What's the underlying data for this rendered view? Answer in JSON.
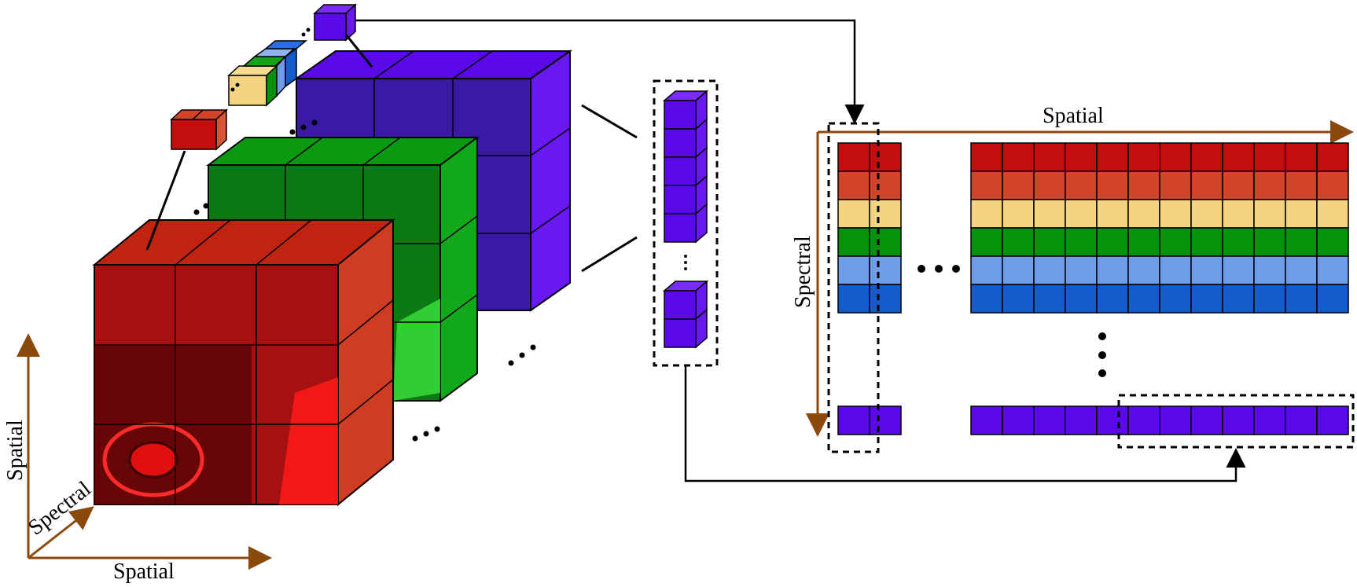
{
  "labels": {
    "left_vertical_axis": "Spatial",
    "left_depth_axis": "Spectral",
    "left_horizontal_axis": "Spatial",
    "right_horizontal_axis": "Spatial",
    "right_vertical_axis": "Spectral"
  },
  "colors": {
    "band_red": "#c40d0d",
    "band_orange": "#d04427",
    "band_yellow": "#f4d47e",
    "band_green": "#06920a",
    "band_lightblue": "#6f9de9",
    "band_blue": "#165bcc",
    "band_violet": "#5a0ae8",
    "axis_brown": "#8b4a0c",
    "cube_face_red": "#a61010",
    "cube_face_green": "#0b8a12",
    "cube_face_violet": "#3a1aa5",
    "stroke": "#000000"
  },
  "band_order": [
    "band_red",
    "band_orange",
    "band_yellow",
    "band_green",
    "band_lightblue",
    "band_blue"
  ],
  "matrix": {
    "columns_right_block": 12,
    "columns_left_block": 2,
    "rows": 6
  }
}
